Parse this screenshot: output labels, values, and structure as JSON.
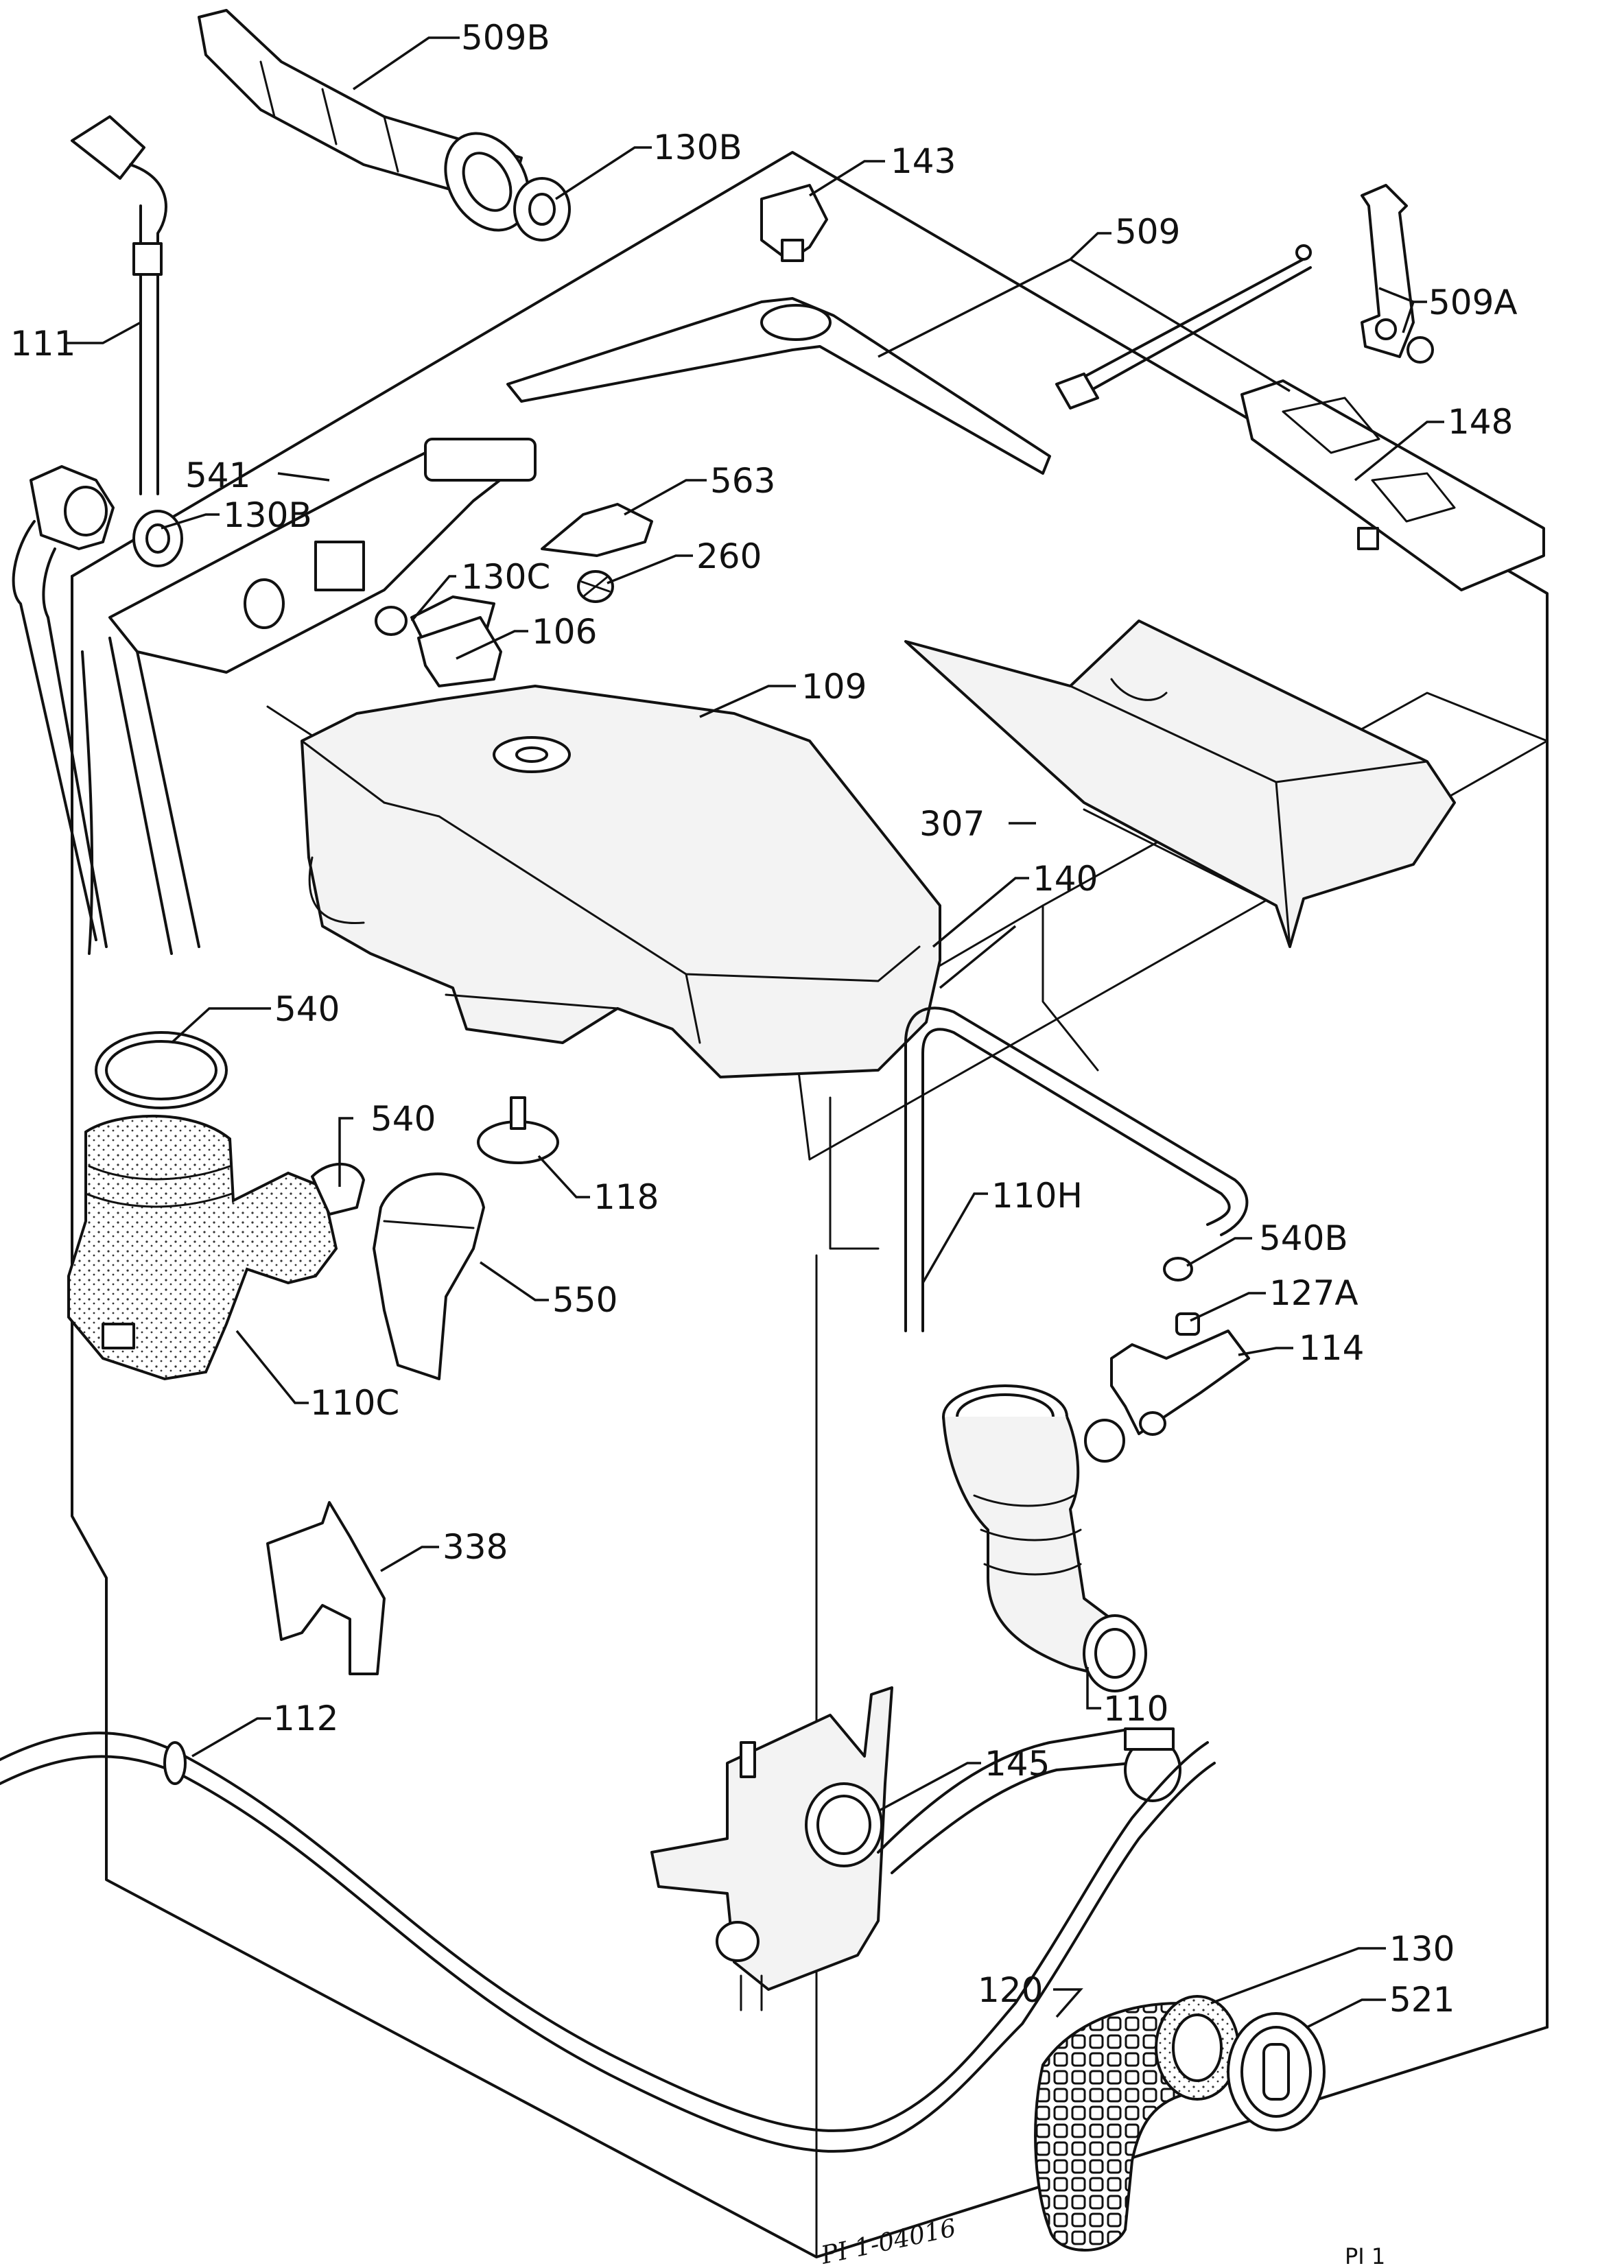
{
  "labels": {
    "p509b": "509B",
    "p130b_top": "130B",
    "p143": "143",
    "p509": "509",
    "p509a": "509A",
    "p111": "111",
    "p541": "541",
    "p130b_mid": "130B",
    "p563": "563",
    "p260": "260",
    "p130c": "130C",
    "p106": "106",
    "p148": "148",
    "p109": "109",
    "p307": "307",
    "p140": "140",
    "p540_top": "540",
    "p540_mid": "540",
    "p118": "118",
    "p110h": "110H",
    "p540b": "540B",
    "p127a": "127A",
    "p550": "550",
    "p114": "114",
    "p110c": "110C",
    "p338": "338",
    "p110": "110",
    "p112": "112",
    "p145": "145",
    "p130": "130",
    "p120": "120",
    "p521": "521"
  },
  "drawing_code": "PI 1-04016",
  "sheet": "PI 1"
}
